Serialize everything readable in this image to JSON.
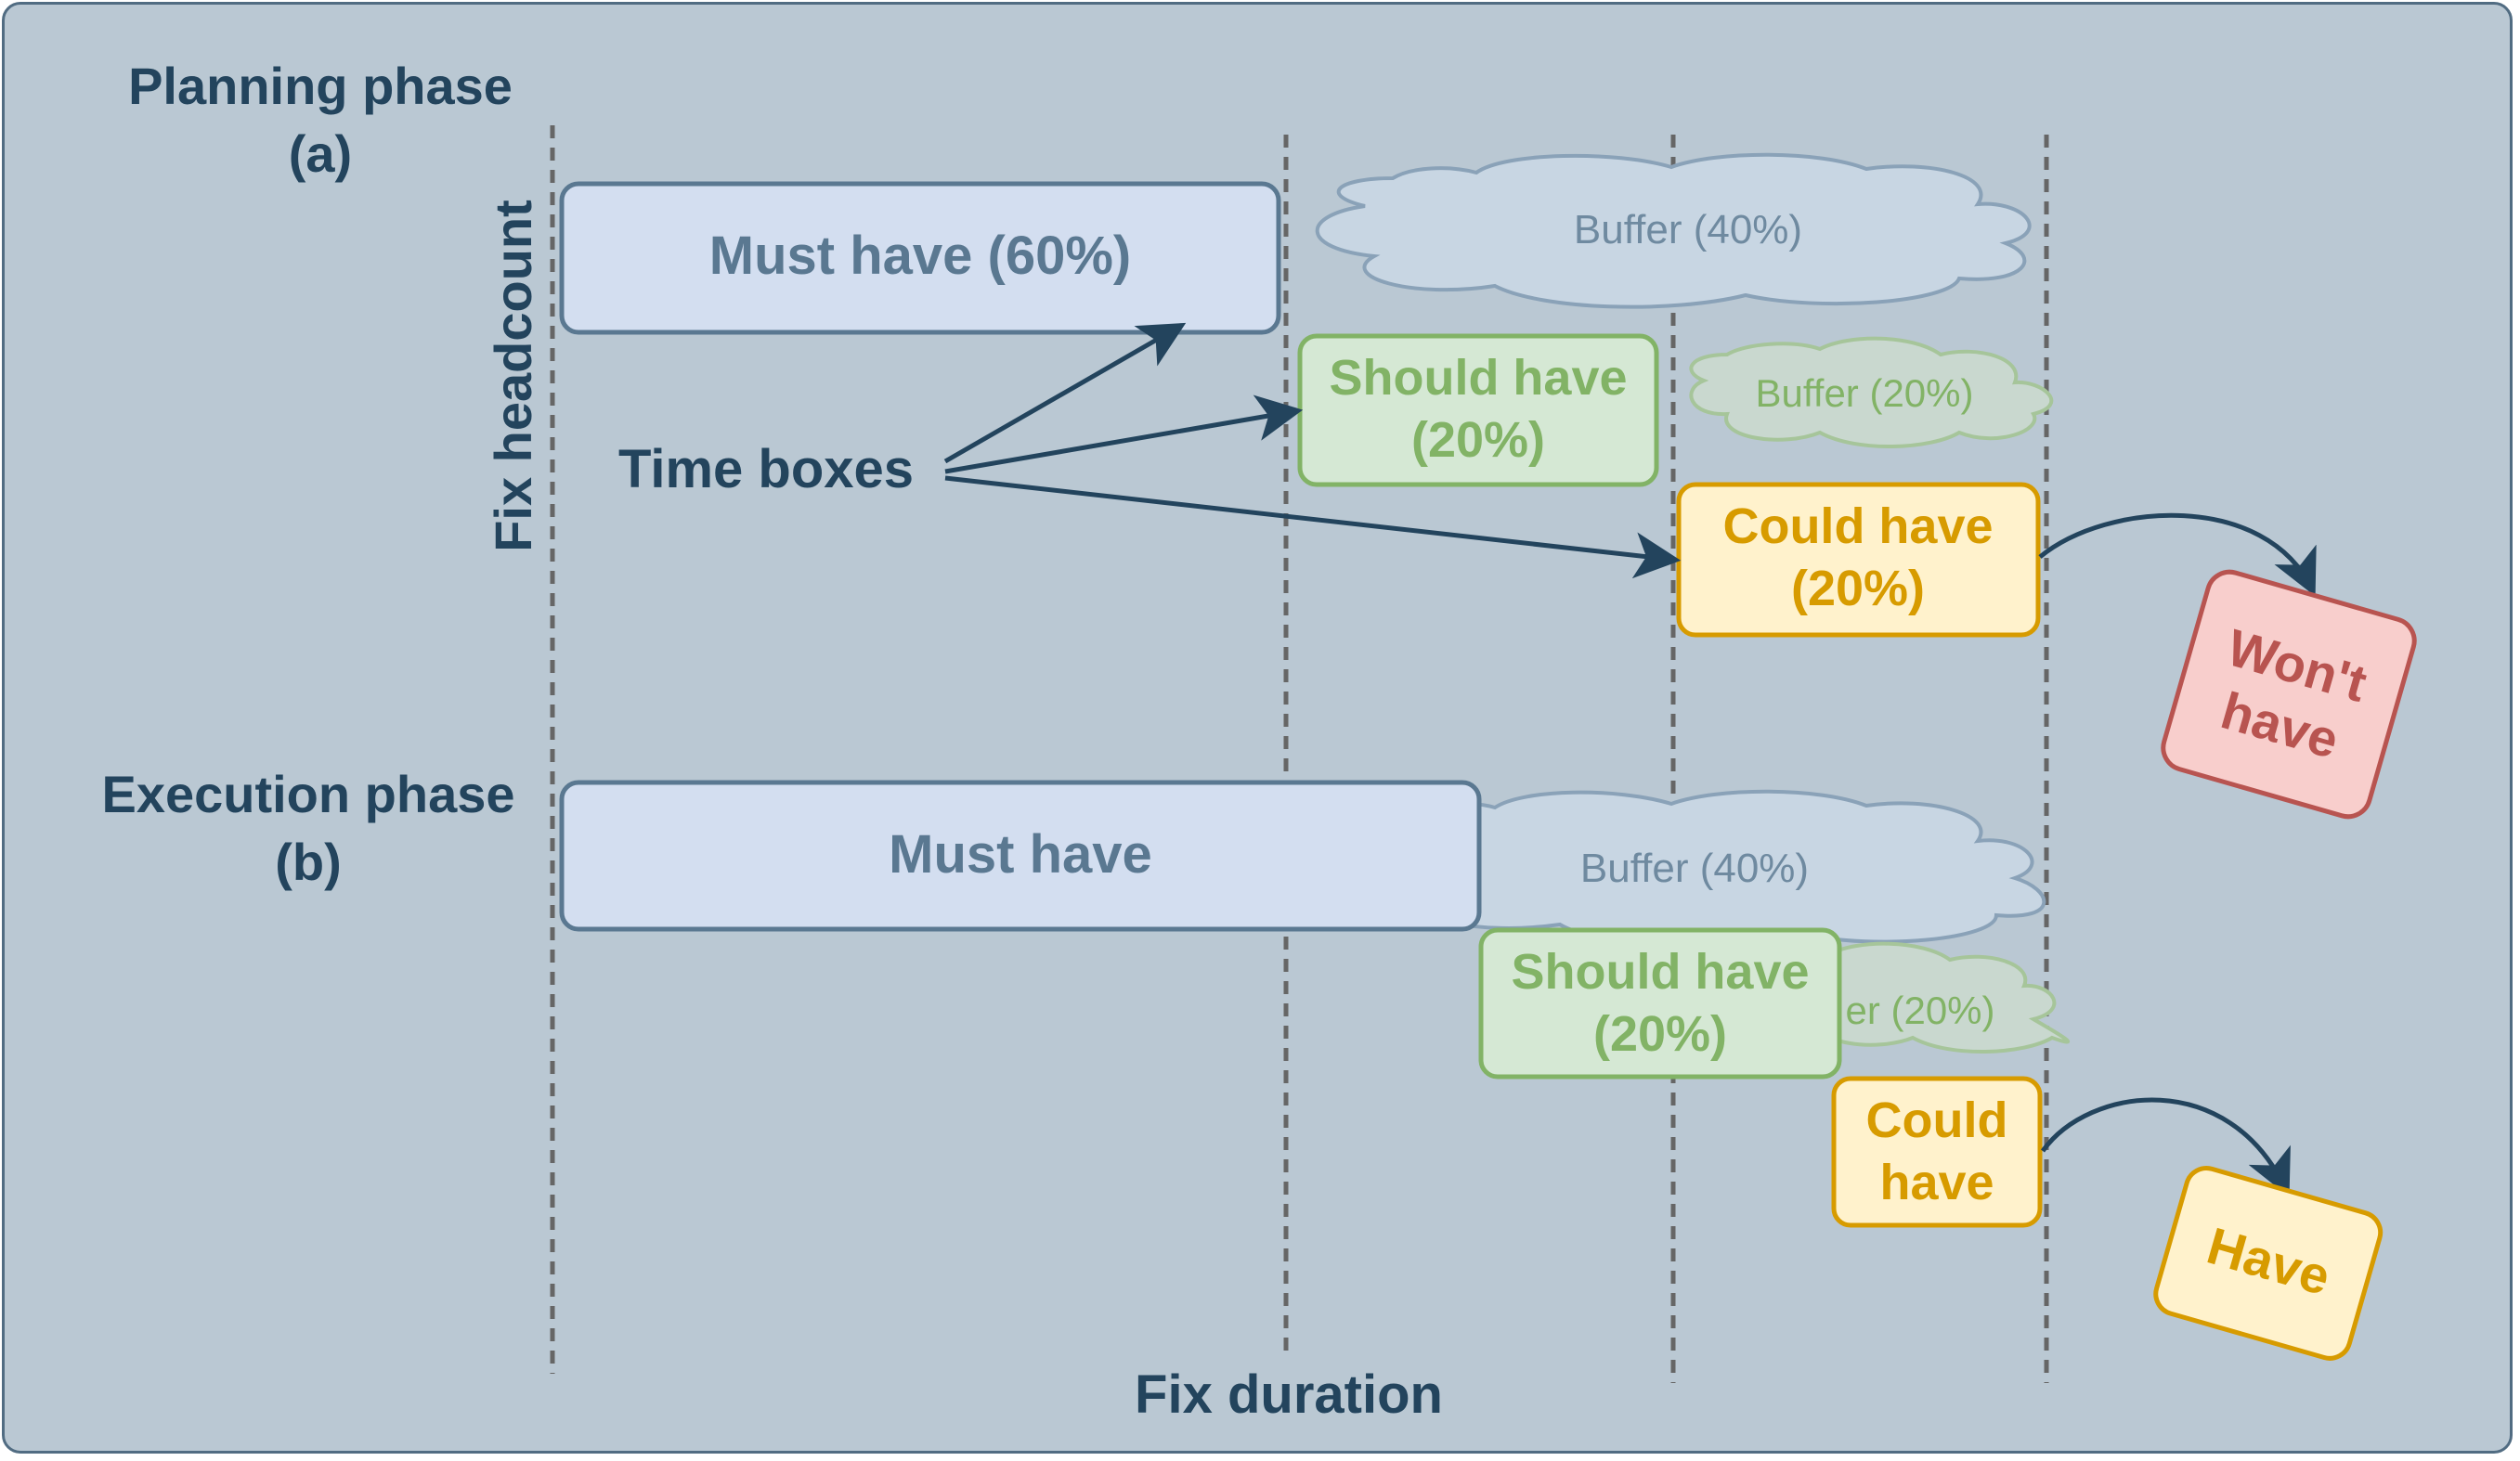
{
  "diagram": {
    "planning_phase": {
      "title_line1": "Planning phase",
      "title_line2": "(a)",
      "must_have": "Must have (60%)",
      "should_have_line1": "Should have",
      "should_have_line2": "(20%)",
      "could_have_line1": "Could have",
      "could_have_line2": "(20%)",
      "buffer_large": "Buffer (40%)",
      "buffer_small": "Buffer (20%)",
      "time_boxes": "Time boxes",
      "wont_have_line1": "Won't",
      "wont_have_line2": "have"
    },
    "execution_phase": {
      "title_line1": "Execution phase",
      "title_line2": "(b)",
      "must_have": "Must have",
      "should_have_line1": "Should have",
      "should_have_line2": "(20%)",
      "could_have_line1": "Could",
      "could_have_line2": "have",
      "buffer_large": "Buffer (40%)",
      "buffer_small": "er (20%)",
      "have": "Have"
    },
    "axes": {
      "y_label": "Fix headcount",
      "x_label": "Fix duration"
    },
    "colors": {
      "background": "#bac8d3",
      "border": "#516c82",
      "dark_text": "#23445d",
      "must_fill": "#dae8fc",
      "should_fill": "#d5e8d4",
      "should_stroke": "#82b366",
      "could_fill": "#fff2cc",
      "could_stroke": "#d79b00",
      "wont_fill": "#f8cecc",
      "wont_stroke": "#b85450"
    }
  }
}
